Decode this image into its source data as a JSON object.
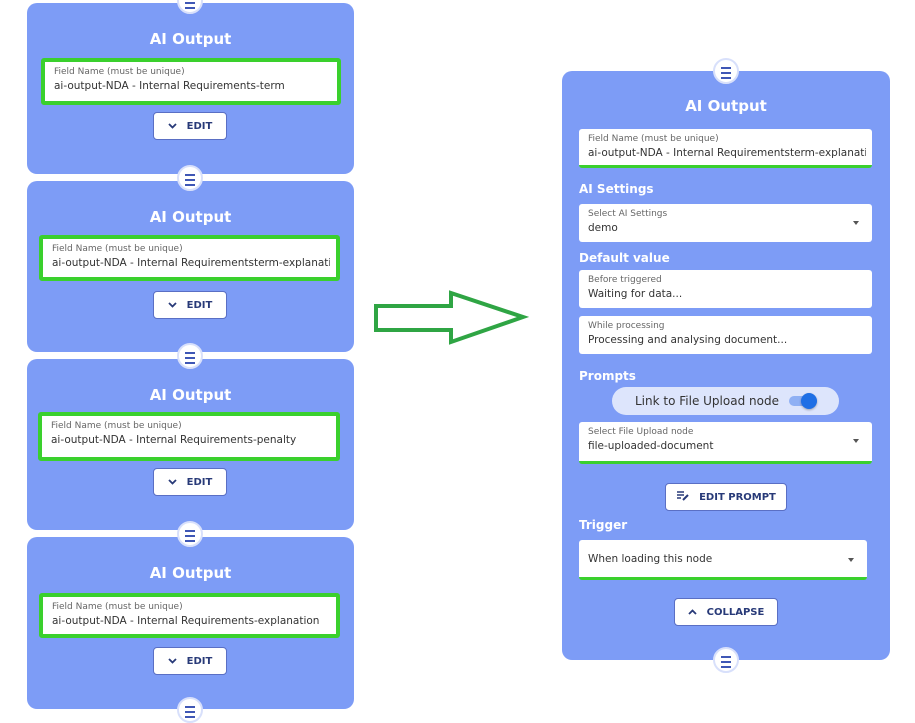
{
  "left_nodes": [
    {
      "title": "AI Output",
      "field_label": "Field Name (must be unique)",
      "field_value": "ai-output-NDA - Internal Requirements-term",
      "edit_label": "EDIT"
    },
    {
      "title": "AI Output",
      "field_label": "Field Name (must be unique)",
      "field_value": "ai-output-NDA - Internal Requirementsterm-explanati",
      "edit_label": "EDIT"
    },
    {
      "title": "AI Output",
      "field_label": "Field Name (must be unique)",
      "field_value": "ai-output-NDA - Internal Requirements-penalty",
      "edit_label": "EDIT"
    },
    {
      "title": "AI Output",
      "field_label": "Field Name (must be unique)",
      "field_value": "ai-output-NDA - Internal Requirements-explanation",
      "edit_label": "EDIT"
    }
  ],
  "expanded_node": {
    "title": "AI Output",
    "field_label": "Field Name (must be unique)",
    "field_value": "ai-output-NDA - Internal Requirementsterm-explanati",
    "ai_settings_heading": "AI Settings",
    "ai_settings_label": "Select AI Settings",
    "ai_settings_value": "demo",
    "default_value_heading": "Default value",
    "before_label": "Before triggered",
    "before_value": "Waiting for data...",
    "processing_label": "While processing",
    "processing_value": "Processing and analysing document...",
    "prompts_heading": "Prompts",
    "link_toggle_label": "Link to File Upload node",
    "link_toggle_on": true,
    "file_upload_label": "Select File Upload node",
    "file_upload_value": "file-uploaded-document",
    "edit_prompt_label": "EDIT PROMPT",
    "trigger_heading": "Trigger",
    "trigger_value": "When loading this node",
    "collapse_label": "COLLAPSE"
  },
  "colors": {
    "card": "#7d9cf6",
    "highlight": "#3ad02d",
    "button_text": "#283a78",
    "arrow": "#2fa544"
  },
  "icons": [
    "chevron-down-icon",
    "chevron-up-icon",
    "drag-handle-icon",
    "edit-prompt-icon",
    "caret-down-icon",
    "right-arrow-icon"
  ]
}
